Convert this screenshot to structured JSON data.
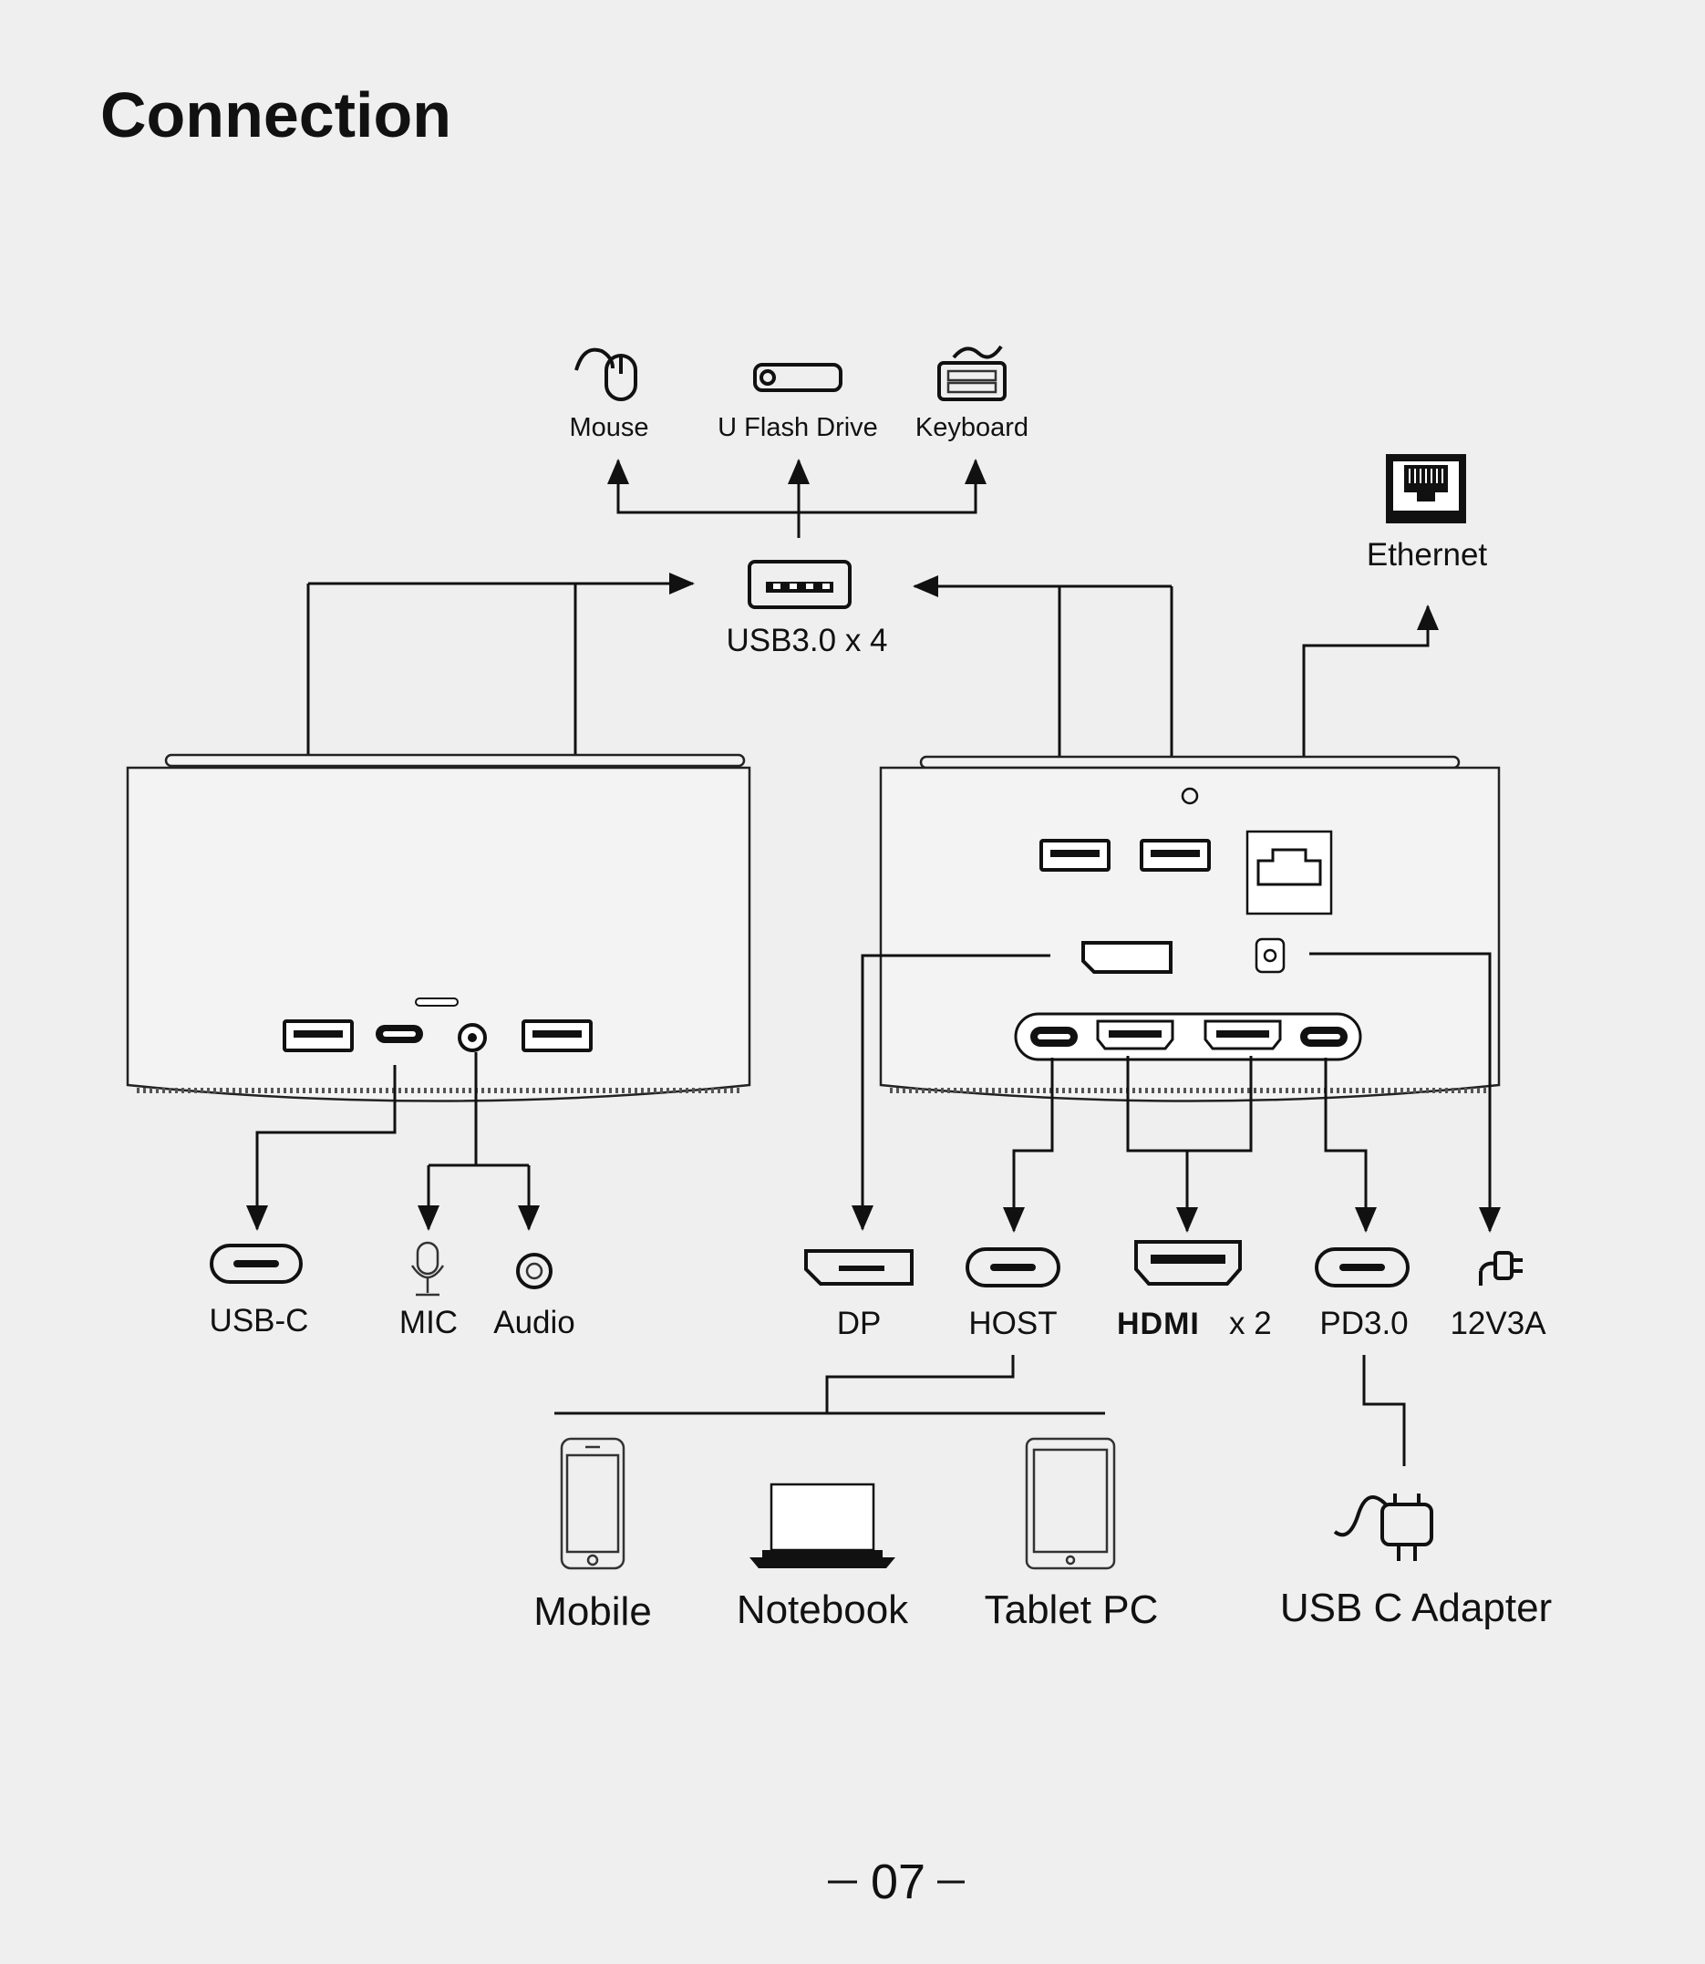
{
  "page": {
    "title": "Connection",
    "page_number": "07"
  },
  "usb_hub": {
    "label": "USB3.0 x 4",
    "peripherals": [
      {
        "label": "Mouse",
        "icon": "mouse-icon"
      },
      {
        "label": "U Flash Drive",
        "icon": "usb-flash-drive-icon"
      },
      {
        "label": "Keyboard",
        "icon": "keyboard-icon"
      }
    ]
  },
  "ethernet": {
    "label": "Ethernet",
    "icon": "ethernet-port-icon"
  },
  "front_ports": [
    {
      "label": "USB-C",
      "icon": "usb-c-icon"
    },
    {
      "label": "MIC",
      "icon": "microphone-icon"
    },
    {
      "label": "Audio",
      "icon": "audio-jack-icon"
    }
  ],
  "back_ports": [
    {
      "label": "DP",
      "icon": "displayport-icon"
    },
    {
      "label": "HOST",
      "icon": "usb-c-icon"
    },
    {
      "label": "HDMI",
      "suffix": "x 2",
      "icon": "hdmi-icon"
    },
    {
      "label": "PD3.0",
      "icon": "usb-c-icon"
    },
    {
      "label": "12V3A",
      "icon": "power-plug-icon"
    }
  ],
  "host_devices": [
    {
      "label": "Mobile",
      "icon": "mobile-phone-icon"
    },
    {
      "label": "Notebook",
      "icon": "notebook-icon"
    },
    {
      "label": "Tablet PC",
      "icon": "tablet-icon"
    }
  ],
  "adapter": {
    "label": "USB C Adapter",
    "icon": "usb-c-adapter-icon"
  }
}
